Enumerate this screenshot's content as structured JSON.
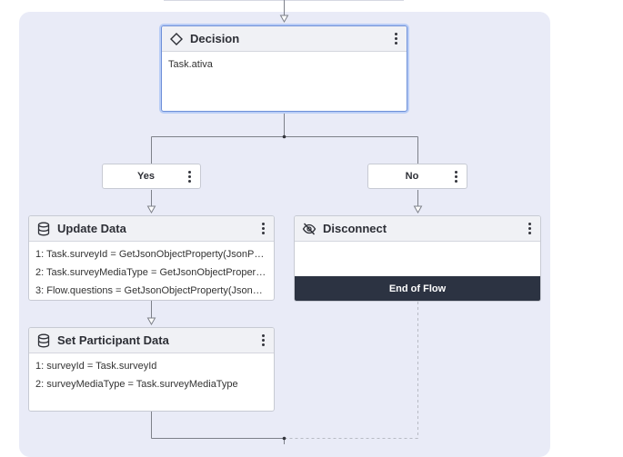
{
  "decision": {
    "title": "Decision",
    "icon": "diamond-icon",
    "expression": "Task.ativa"
  },
  "branches": {
    "yes_label": "Yes",
    "no_label": "No"
  },
  "update_data": {
    "title": "Update Data",
    "icon": "database-icon",
    "lines": [
      "1: Task.surveyId = GetJsonObjectProperty(JsonPa…",
      "2: Task.surveyMediaType = GetJsonObjectPropert…",
      "3: Flow.questions = GetJsonObjectProperty(Json…"
    ]
  },
  "set_participant_data": {
    "title": "Set Participant Data",
    "icon": "database-icon",
    "lines": [
      "1: surveyId = Task.surveyId",
      "2: surveyMediaType = Task.surveyMediaType"
    ]
  },
  "disconnect": {
    "title": "Disconnect",
    "icon": "eye-slash-icon",
    "footer": "End of Flow"
  },
  "colors": {
    "canvas": "#e9ebf7",
    "selected_border": "#6d8fd8",
    "end_of_flow": "#2c3342",
    "connector": "#7d8089"
  }
}
